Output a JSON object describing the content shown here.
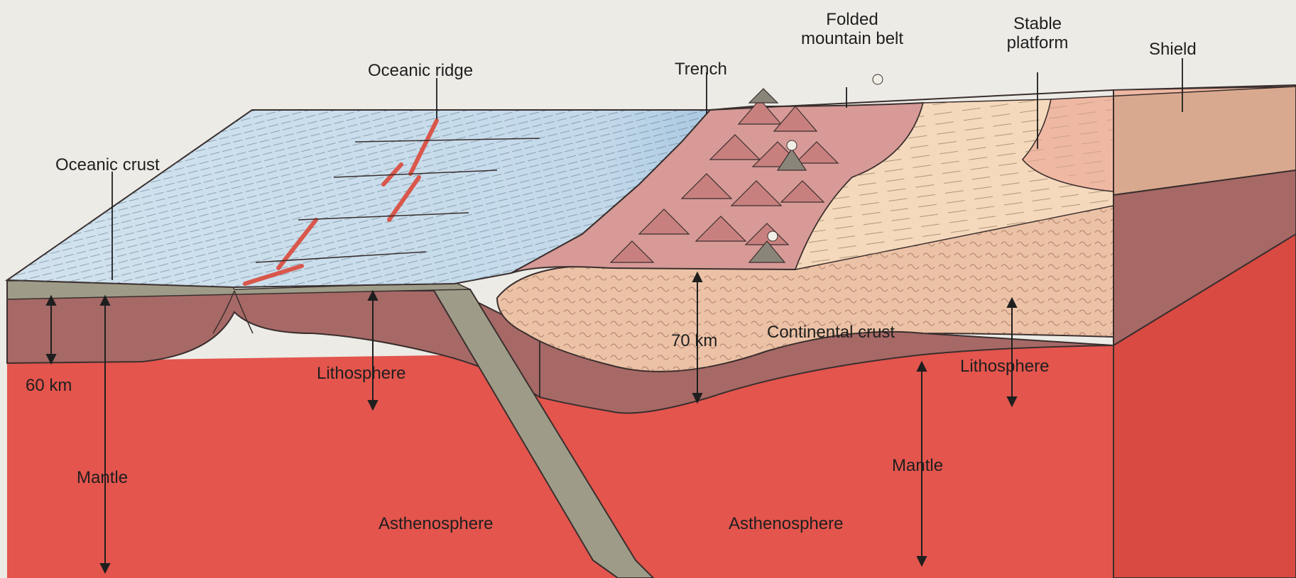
{
  "diagram": {
    "labels": {
      "oceanic_crust": "Oceanic crust",
      "oceanic_ridge": "Oceanic ridge",
      "trench": "Trench",
      "folded_mountain_belt": "Folded\nmountain belt",
      "stable_platform": "Stable\nplatform",
      "shield": "Shield",
      "continental_crust": "Continental crust",
      "thickness_oceanic": "60 km",
      "thickness_continental": "70 km",
      "lithosphere_oceanic": "Lithosphere",
      "lithosphere_continental": "Lithosphere",
      "mantle_left": "Mantle",
      "mantle_right": "Mantle",
      "asthenosphere_left": "Asthenosphere",
      "asthenosphere_right": "Asthenosphere"
    },
    "colors": {
      "ocean_surface": "#c6dcea",
      "ocean_edge": "#9fc0da",
      "oceanic_crust_layer": "#9e9c88",
      "lithosphere": "#a76966",
      "asthenosphere": "#e3554d",
      "asthenosphere_right_side": "#d94a43",
      "continental_crust": "#ecc2a6",
      "mountain_belt": "#d79a97",
      "stable_platform": "#f5d9bc",
      "shield": "#efb8a2",
      "ridge_magma": "#e06a5e",
      "outline": "#3a2f2e"
    }
  }
}
